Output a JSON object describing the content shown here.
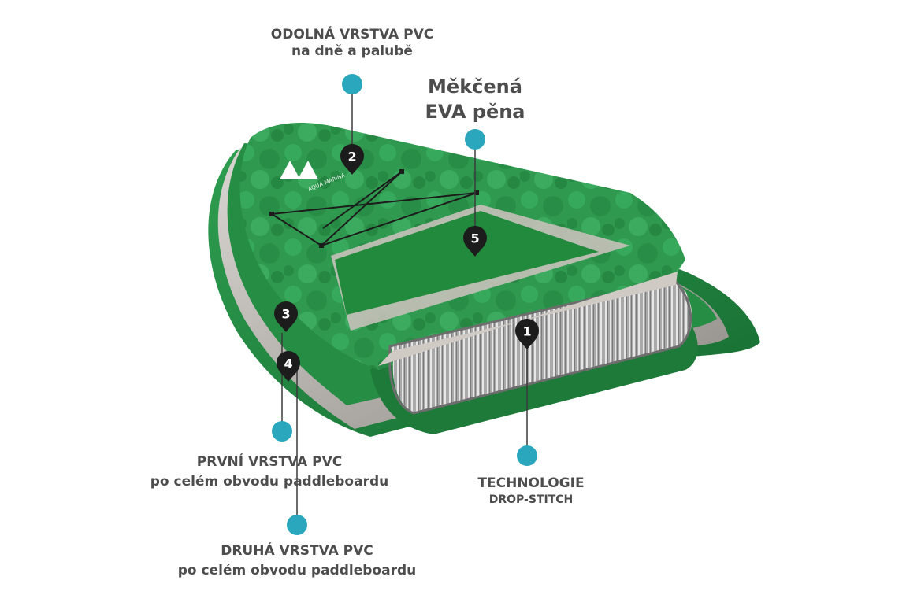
{
  "colors": {
    "board_green": "#2e9e50",
    "board_dark_green": "#1f7a3a",
    "deck_pad_green": "#248a3f",
    "pvc_grey": "#b9b4ae",
    "dot_cyan": "#2aa7bd",
    "marker_black": "#1c1c1c",
    "text_grey": "#4d4d4d"
  },
  "labels": {
    "odolna_line1": "ODOLNÁ VRSTVA PVC",
    "odolna_line2": "na dně a palubě",
    "mekcena_line1": "Měkčená",
    "mekcena_line2": "EVA pěna",
    "prvni_line1": "PRVNÍ VRSTVA PVC",
    "prvni_line2": "po celém obvodu paddleboardu",
    "druha_line1": "DRUHÁ VRSTVA PVC",
    "druha_line2": "po celém obvodu paddleboardu",
    "tech_line1": "TECHNOLOGIE",
    "tech_line2": "DROP-STITCH"
  },
  "markers": [
    "1",
    "2",
    "3",
    "4",
    "5"
  ],
  "brand_logo_text": "AQUA MARINA"
}
